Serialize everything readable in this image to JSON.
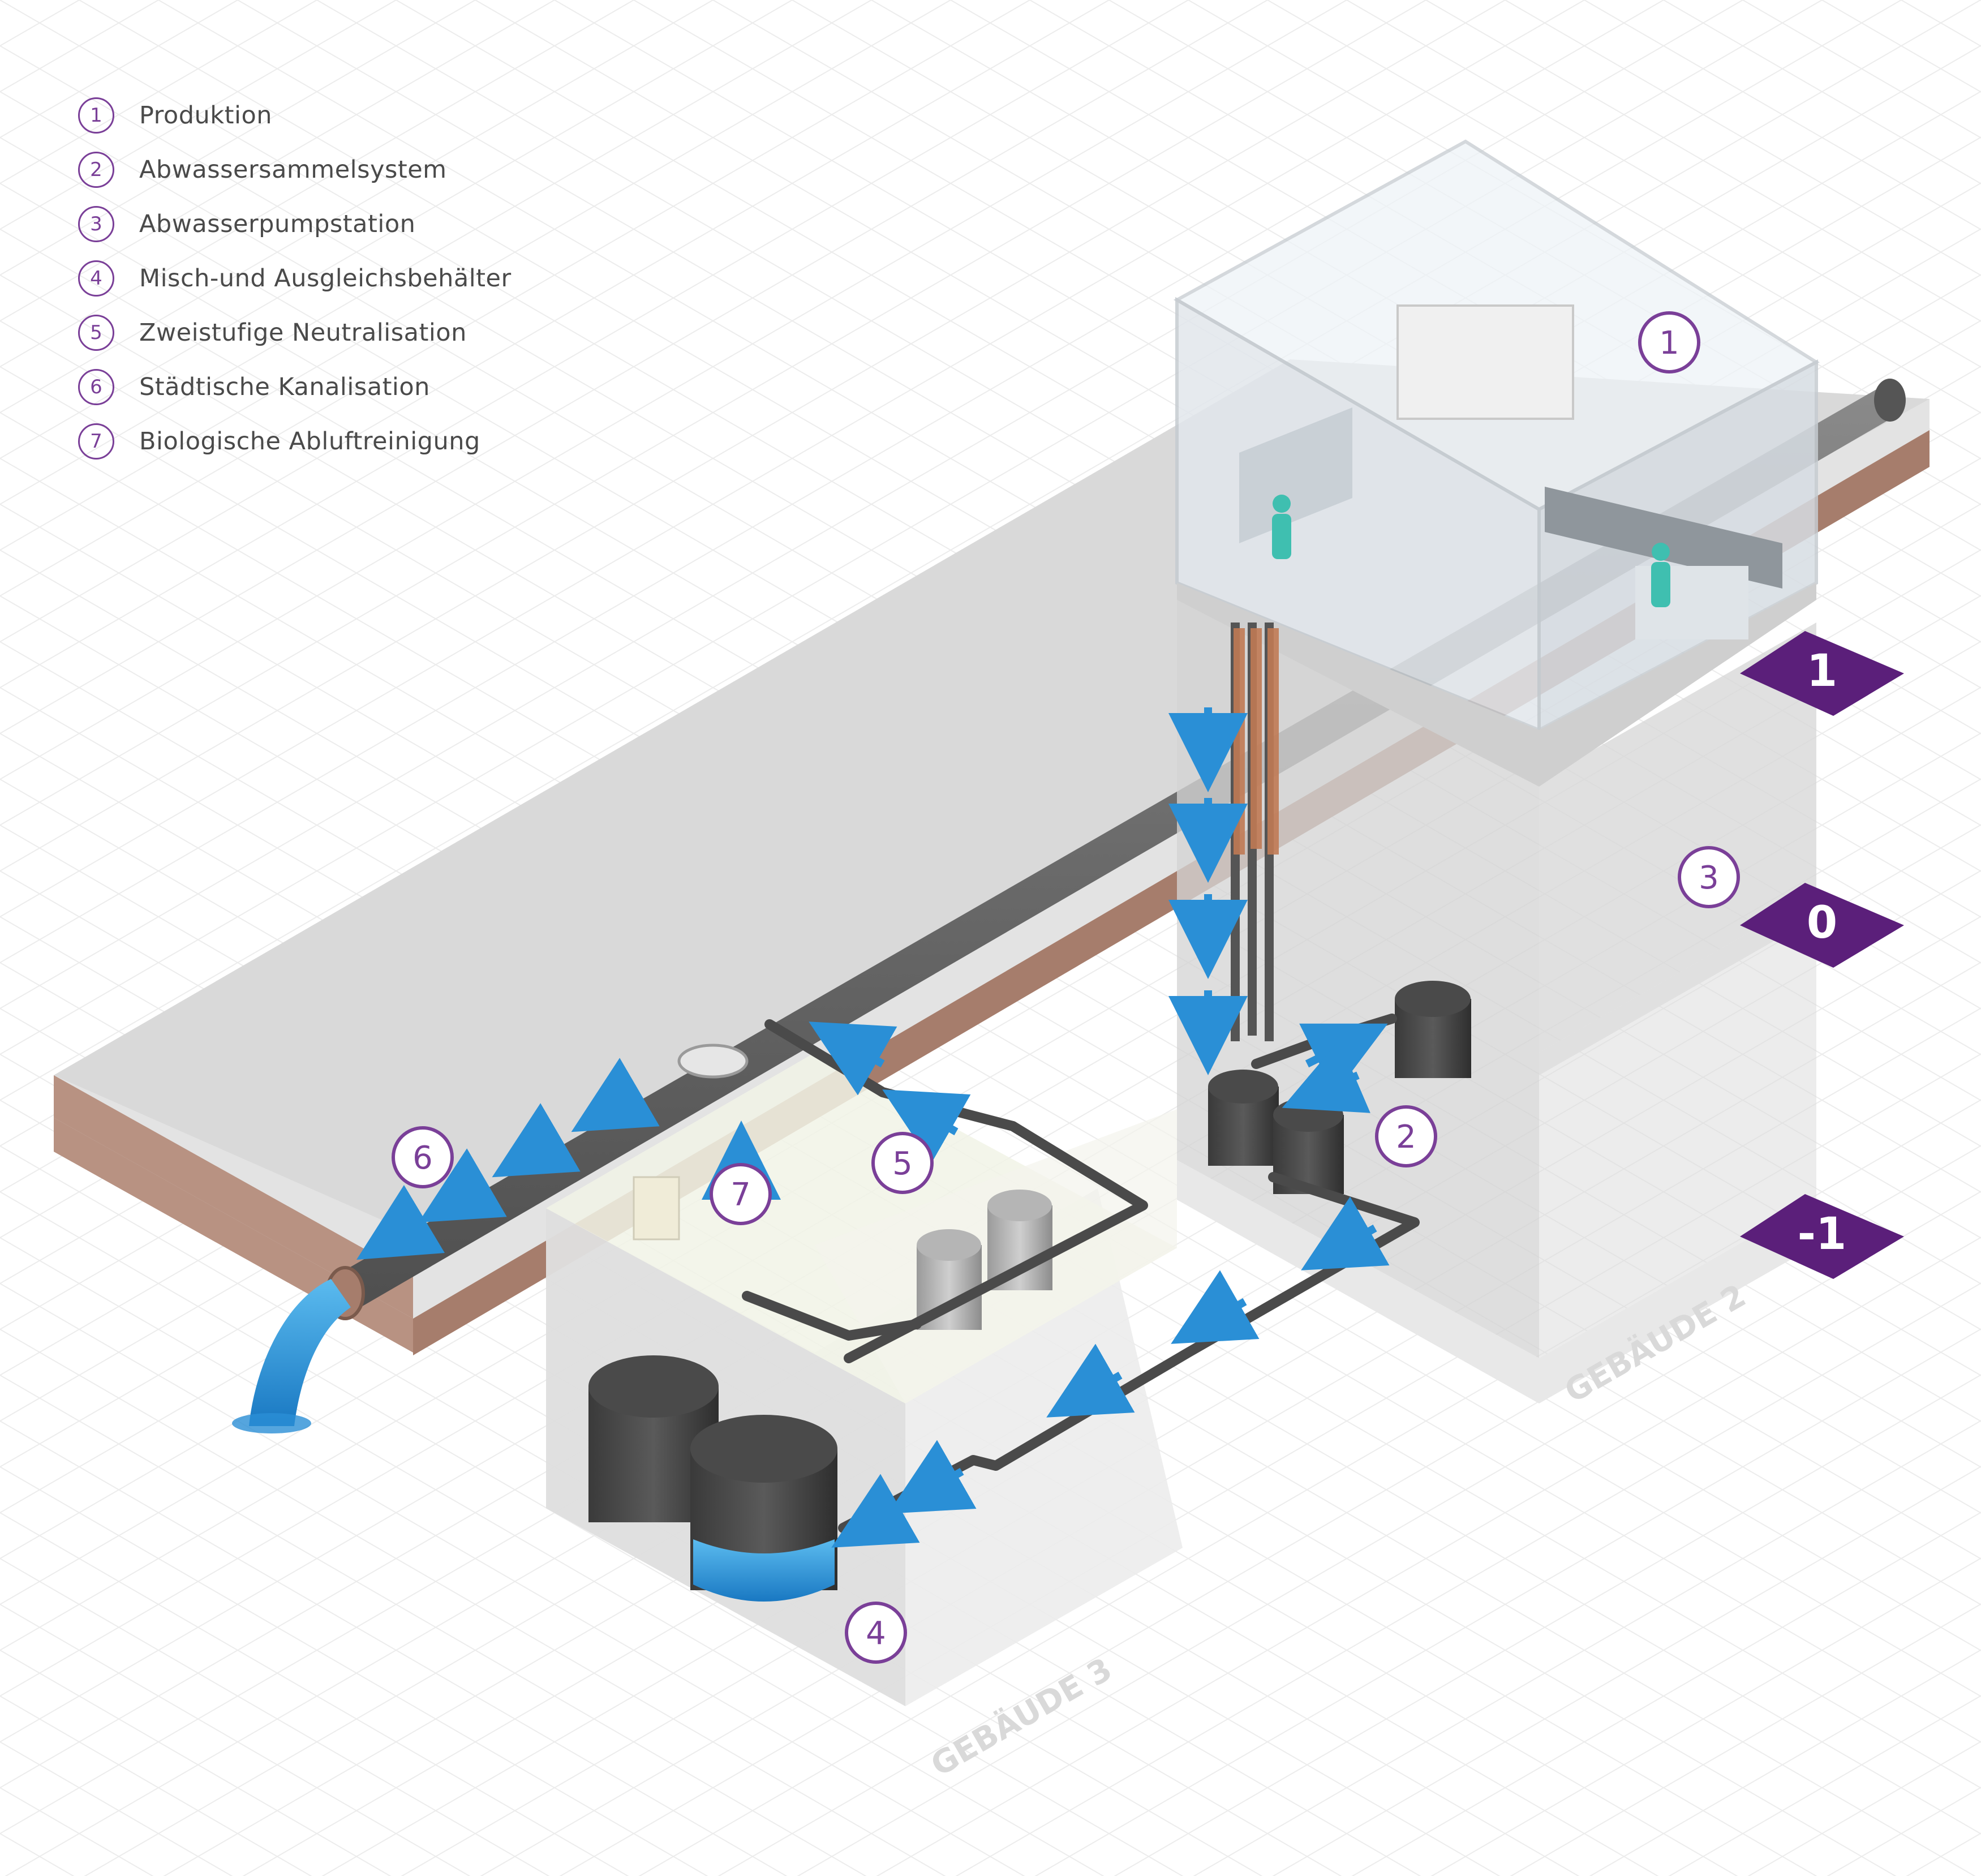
{
  "legend": [
    {
      "num": "1",
      "label": "Produktion"
    },
    {
      "num": "2",
      "label": "Abwassersammelsystem"
    },
    {
      "num": "3",
      "label": "Abwasserpumpstation"
    },
    {
      "num": "4",
      "label": "Misch-und Ausgleichsbehälter"
    },
    {
      "num": "5",
      "label": "Zweistufige Neutralisation"
    },
    {
      "num": "6",
      "label": "Städtische Kanalisation"
    },
    {
      "num": "7",
      "label": "Biologische Abluftreinigung"
    }
  ],
  "markers": {
    "m1": "1",
    "m2": "2",
    "m3": "3",
    "m4": "4",
    "m5": "5",
    "m6": "6",
    "m7": "7"
  },
  "floors": {
    "f1": "1",
    "f0": "0",
    "fm1": "-1"
  },
  "buildings": {
    "b2": "GEBÄUDE 2",
    "b3": "GEBÄUDE 3"
  },
  "colors": {
    "accent": "#7a3f98",
    "flow": "#2a8fd6",
    "earth": "#b89282",
    "pipe": "#4a4a4a"
  },
  "icons": [
    "flow-arrow-icon",
    "worker-icon",
    "manhole-icon",
    "water-outflow-icon"
  ]
}
